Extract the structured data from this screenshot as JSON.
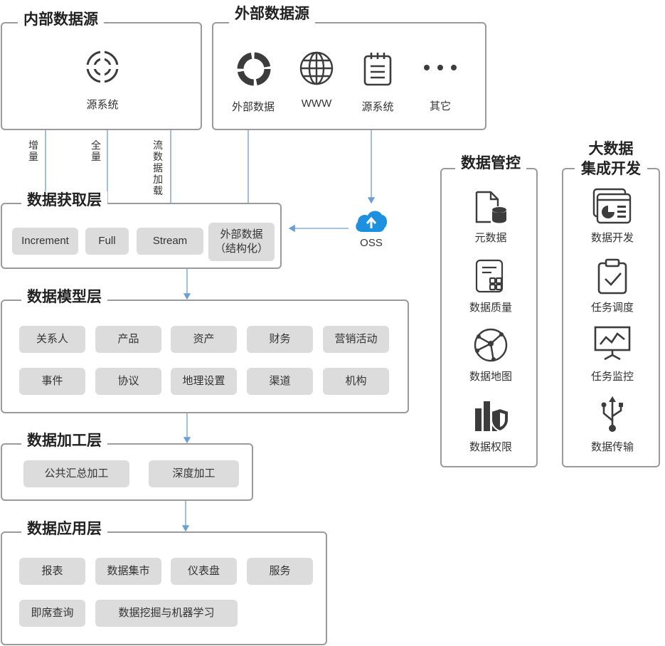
{
  "internal_source": {
    "title": "内部数据源",
    "items": [
      "源系统"
    ]
  },
  "external_source": {
    "title": "外部数据源",
    "items": [
      "外部数据",
      "WWW",
      "源系统",
      "其它"
    ]
  },
  "flow_labels": [
    "增量",
    "全量",
    "流数据加载"
  ],
  "oss_label": "OSS",
  "acquisition": {
    "title": "数据获取层",
    "items": [
      "Increment",
      "Full",
      "Stream",
      "外部数据（结构化）"
    ]
  },
  "model": {
    "title": "数据模型层",
    "items": [
      "关系人",
      "产品",
      "资产",
      "财务",
      "营销活动",
      "事件",
      "协议",
      "地理设置",
      "渠道",
      "机构"
    ]
  },
  "processing": {
    "title": "数据加工层",
    "items": [
      "公共汇总加工",
      "深度加工"
    ]
  },
  "application": {
    "title": "数据应用层",
    "items": [
      "报表",
      "数据集市",
      "仪表盘",
      "服务",
      "即席查询",
      "数据挖掘与机器学习"
    ]
  },
  "governance": {
    "title": "数据管控",
    "items": [
      "元数据",
      "数据质量",
      "数据地图",
      "数据权限"
    ]
  },
  "bigdata_dev": {
    "title_line1": "大数据",
    "title_line2": "集成开发",
    "items": [
      "数据开发",
      "任务调度",
      "任务监控",
      "数据传输"
    ]
  },
  "icons": [
    "target-icon",
    "donut-icon",
    "globe-icon",
    "notepad-icon",
    "dots-icon",
    "cloud-upload-icon",
    "file-database-icon",
    "quality-doc-icon",
    "network-globe-icon",
    "chart-shield-icon",
    "dashboard-window-icon",
    "clipboard-check-icon",
    "monitor-chart-icon",
    "usb-icon"
  ],
  "colors": {
    "arrow": "#6b9fd4",
    "border": "#9a9a9a",
    "chip": "#dcdcdc",
    "icon": "#3c3c3c",
    "oss": "#1e90e0"
  }
}
